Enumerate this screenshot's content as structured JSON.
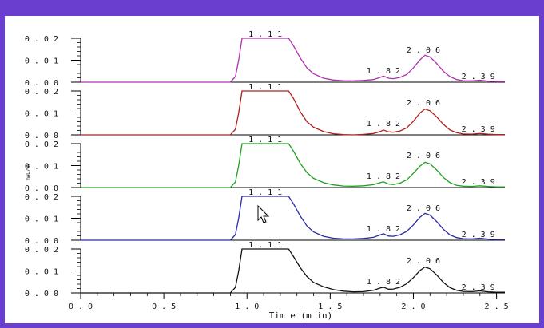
{
  "chart_data": {
    "type": "line",
    "xlabel": "Tim e (m in)",
    "ylabel": "mAU/mV",
    "xlim": [
      0.0,
      2.55
    ],
    "ylim": [
      0.0,
      0.02
    ],
    "x_ticks": [
      0.0,
      0.5,
      1.0,
      1.5,
      2.0,
      2.5
    ],
    "x_tick_labels": [
      "0 . 0",
      "0 . 5",
      "1 . 0",
      "1 . 5",
      "2 . 0",
      "2 . 5"
    ],
    "y_ticks": [
      0.0,
      0.01,
      0.02
    ],
    "y_tick_labels": [
      "0 . 0 0",
      "0 . 0 1",
      "0 . 0 2"
    ],
    "peak_labels": [
      {
        "x": 1.11,
        "text": "1 . 1 1"
      },
      {
        "x": 1.82,
        "text": "1 . 8 2"
      },
      {
        "x": 2.06,
        "text": "2 . 0 6"
      },
      {
        "x": 2.39,
        "text": "2 . 3 9"
      }
    ],
    "panels": [
      {
        "color": "#b030b0",
        "x": [
          0,
          0.9,
          0.93,
          0.95,
          0.97,
          1.25,
          1.28,
          1.32,
          1.36,
          1.4,
          1.46,
          1.52,
          1.58,
          1.64,
          1.7,
          1.76,
          1.8,
          1.82,
          1.85,
          1.88,
          1.92,
          1.96,
          2.0,
          2.04,
          2.07,
          2.1,
          2.14,
          2.18,
          2.22,
          2.26,
          2.3,
          2.35,
          2.4,
          2.45,
          2.5,
          2.55
        ],
        "y": [
          0,
          0,
          0.0025,
          0.01,
          0.02,
          0.02,
          0.0165,
          0.011,
          0.0065,
          0.0038,
          0.0018,
          0.001,
          0.0007,
          0.0006,
          0.0008,
          0.0012,
          0.0022,
          0.0028,
          0.0018,
          0.0016,
          0.0022,
          0.0035,
          0.0065,
          0.0102,
          0.0123,
          0.0115,
          0.0085,
          0.005,
          0.0025,
          0.0012,
          0.0007,
          0.0006,
          0.0009,
          0.0005,
          0.0003,
          0.0003
        ]
      },
      {
        "color": "#b02020",
        "x": [
          0,
          0.9,
          0.93,
          0.95,
          0.97,
          1.25,
          1.28,
          1.32,
          1.36,
          1.4,
          1.46,
          1.52,
          1.58,
          1.64,
          1.7,
          1.76,
          1.8,
          1.82,
          1.85,
          1.88,
          1.92,
          1.96,
          2.0,
          2.04,
          2.07,
          2.1,
          2.14,
          2.18,
          2.22,
          2.26,
          2.3,
          2.35,
          2.4,
          2.45,
          2.5,
          2.55
        ],
        "y": [
          0,
          0,
          0.0025,
          0.01,
          0.02,
          0.02,
          0.0165,
          0.0105,
          0.006,
          0.0035,
          0.0015,
          0.0005,
          0.0001,
          0.0,
          0.0002,
          0.0006,
          0.0015,
          0.0022,
          0.0014,
          0.0012,
          0.0018,
          0.0032,
          0.0062,
          0.01,
          0.0118,
          0.011,
          0.0082,
          0.0048,
          0.0022,
          0.001,
          0.0004,
          0.0003,
          0.0006,
          0.0003,
          0.0001,
          0.0001
        ]
      },
      {
        "color": "#20a020",
        "x": [
          0,
          0.9,
          0.93,
          0.95,
          0.97,
          1.25,
          1.28,
          1.32,
          1.36,
          1.4,
          1.46,
          1.52,
          1.58,
          1.64,
          1.7,
          1.76,
          1.8,
          1.82,
          1.85,
          1.88,
          1.92,
          1.96,
          2.0,
          2.04,
          2.07,
          2.1,
          2.14,
          2.18,
          2.22,
          2.26,
          2.3,
          2.35,
          2.4,
          2.45,
          2.5,
          2.55
        ],
        "y": [
          0,
          0,
          0.0025,
          0.01,
          0.02,
          0.02,
          0.0165,
          0.011,
          0.0068,
          0.0042,
          0.0022,
          0.0012,
          0.0007,
          0.0006,
          0.0008,
          0.0013,
          0.0022,
          0.0026,
          0.0016,
          0.0014,
          0.002,
          0.0035,
          0.0065,
          0.0098,
          0.0115,
          0.0108,
          0.008,
          0.0046,
          0.0022,
          0.001,
          0.0006,
          0.0005,
          0.0008,
          0.0005,
          0.0003,
          0.0003
        ]
      },
      {
        "color": "#2a2aa8",
        "x": [
          0,
          0.9,
          0.93,
          0.95,
          0.97,
          1.25,
          1.28,
          1.32,
          1.36,
          1.4,
          1.46,
          1.52,
          1.58,
          1.64,
          1.7,
          1.76,
          1.8,
          1.82,
          1.85,
          1.88,
          1.92,
          1.96,
          2.0,
          2.04,
          2.07,
          2.1,
          2.14,
          2.18,
          2.22,
          2.26,
          2.3,
          2.35,
          2.4,
          2.45,
          2.5,
          2.55
        ],
        "y": [
          0,
          0,
          0.0025,
          0.01,
          0.02,
          0.02,
          0.0165,
          0.011,
          0.0065,
          0.0038,
          0.0018,
          0.0009,
          0.0006,
          0.0006,
          0.0008,
          0.0013,
          0.0024,
          0.003,
          0.0019,
          0.0018,
          0.0025,
          0.004,
          0.007,
          0.0105,
          0.0122,
          0.0114,
          0.0085,
          0.005,
          0.0024,
          0.0012,
          0.0007,
          0.0006,
          0.0009,
          0.0005,
          0.0003,
          0.0003
        ]
      },
      {
        "color": "#111111",
        "x": [
          0,
          0.9,
          0.93,
          0.95,
          0.97,
          1.25,
          1.28,
          1.32,
          1.36,
          1.4,
          1.46,
          1.52,
          1.58,
          1.64,
          1.7,
          1.76,
          1.8,
          1.82,
          1.85,
          1.88,
          1.92,
          1.96,
          2.0,
          2.04,
          2.07,
          2.1,
          2.14,
          2.18,
          2.22,
          2.26,
          2.3,
          2.35,
          2.4,
          2.45,
          2.5,
          2.55
        ],
        "y": [
          0,
          0,
          0.0025,
          0.01,
          0.02,
          0.02,
          0.0165,
          0.0115,
          0.0075,
          0.0048,
          0.0028,
          0.0015,
          0.0008,
          0.0005,
          0.0006,
          0.0012,
          0.0022,
          0.0026,
          0.0017,
          0.0018,
          0.0026,
          0.0042,
          0.007,
          0.0102,
          0.0118,
          0.011,
          0.0082,
          0.0048,
          0.0024,
          0.0012,
          0.0007,
          0.0006,
          0.0009,
          0.0005,
          0.0003,
          0.0003
        ]
      }
    ]
  },
  "cursor": {
    "icon": "arrow-cursor-icon"
  }
}
